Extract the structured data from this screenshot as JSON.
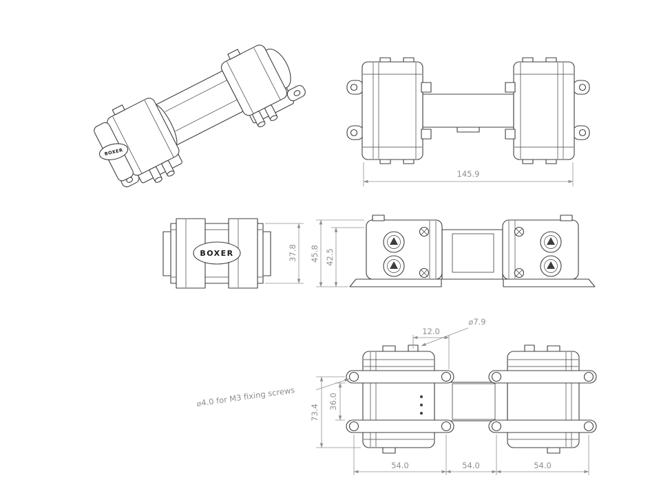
{
  "colors": {
    "background": "#ffffff",
    "part_line": "#3d3d3d",
    "dimension": "#8f8f8f"
  },
  "drawing": {
    "brand_label": "BOXER",
    "dims": {
      "overall_length": "145.9",
      "side_height": "37.8",
      "front_overall_height": "45.8",
      "front_body_height": "42.5",
      "port_offset": "12.0",
      "port_diameter": "⌀7.9",
      "strap_hole_span": "73.4",
      "strap_gap": "36.0",
      "hole_pitch_1": "54.0",
      "hole_pitch_2": "54.0",
      "hole_pitch_3": "54.0"
    },
    "notes": {
      "fixing_screws": "⌀4.0 for M3 fixing screws"
    }
  }
}
